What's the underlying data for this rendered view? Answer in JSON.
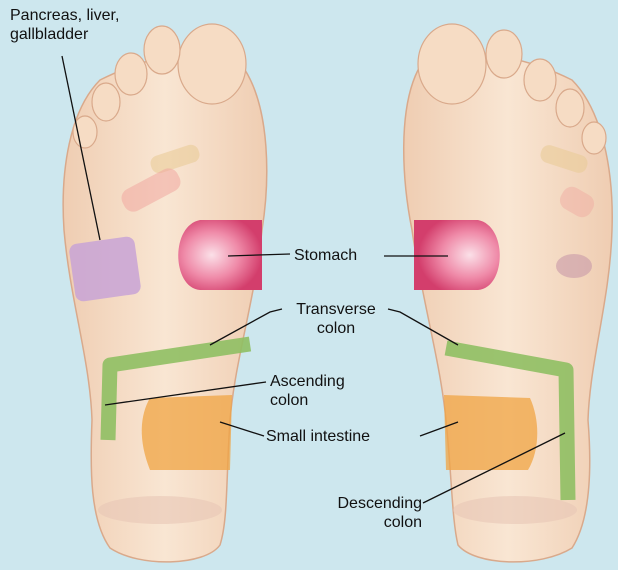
{
  "labels": {
    "pancreas_line1": "Pancreas, liver,",
    "pancreas_line2": "gallbladder",
    "stomach": "Stomach",
    "transverse_line1": "Transverse",
    "transverse_line2": "colon",
    "ascending_line1": "Ascending",
    "ascending_line2": "colon",
    "small_intestine": "Small intestine",
    "descending_line1": "Descending",
    "descending_line2": "colon"
  },
  "colors": {
    "background": "#cde7ee",
    "skin": "#f6ddc6",
    "stomach": "#e0507a",
    "pancreas_liver_gallbladder": "#c8a3d6",
    "colon": "#8fbf63",
    "small_intestine": "#f0a443",
    "leader_line": "#111111"
  }
}
